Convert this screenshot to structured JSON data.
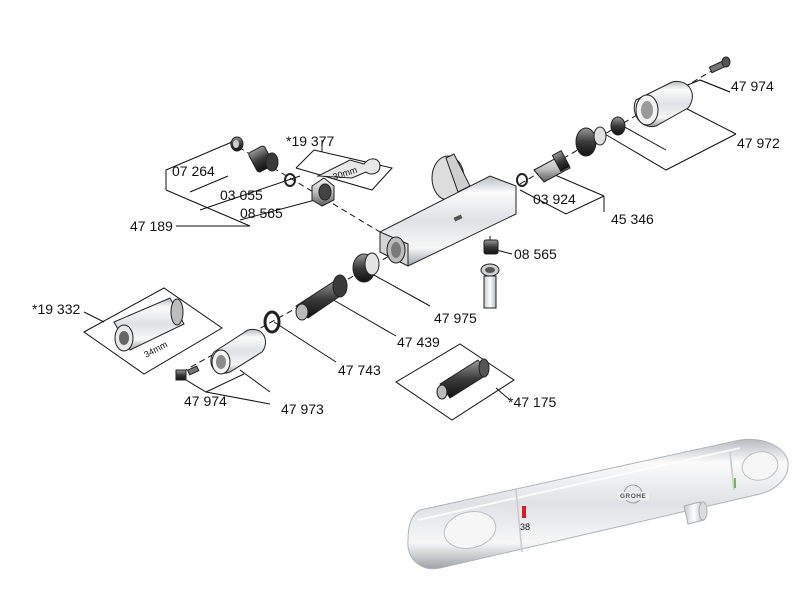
{
  "labels": {
    "p47974_top": "47 974",
    "p47972": "47 972",
    "p19377": "*19 377",
    "p30mm": "30mm",
    "p07264": "07 264",
    "p03055": "03 055",
    "p47189": "47 189",
    "p08565_left": "08 565",
    "p03924": "03 924",
    "p45346": "45 346",
    "p08565_mid": "08 565",
    "p19332": "*19 332",
    "p34mm": "34mm",
    "p47975": "47 975",
    "p47439": "47 439",
    "p47743": "47 743",
    "p47175": "*47 175",
    "p47974_bot": "47 974",
    "p47973": "47 973"
  },
  "product": {
    "logo": "GROHE",
    "temp_mark": "38"
  },
  "colors": {
    "line": "#111111",
    "part_dark": "#2b2b2b",
    "part_mid": "#8a8a8a",
    "part_light": "#e6e6e6",
    "chrome_hi": "#fafafa",
    "chrome_lo": "#b9bcc0",
    "red_mark": "#d62020",
    "green_mark": "#7ab648"
  }
}
